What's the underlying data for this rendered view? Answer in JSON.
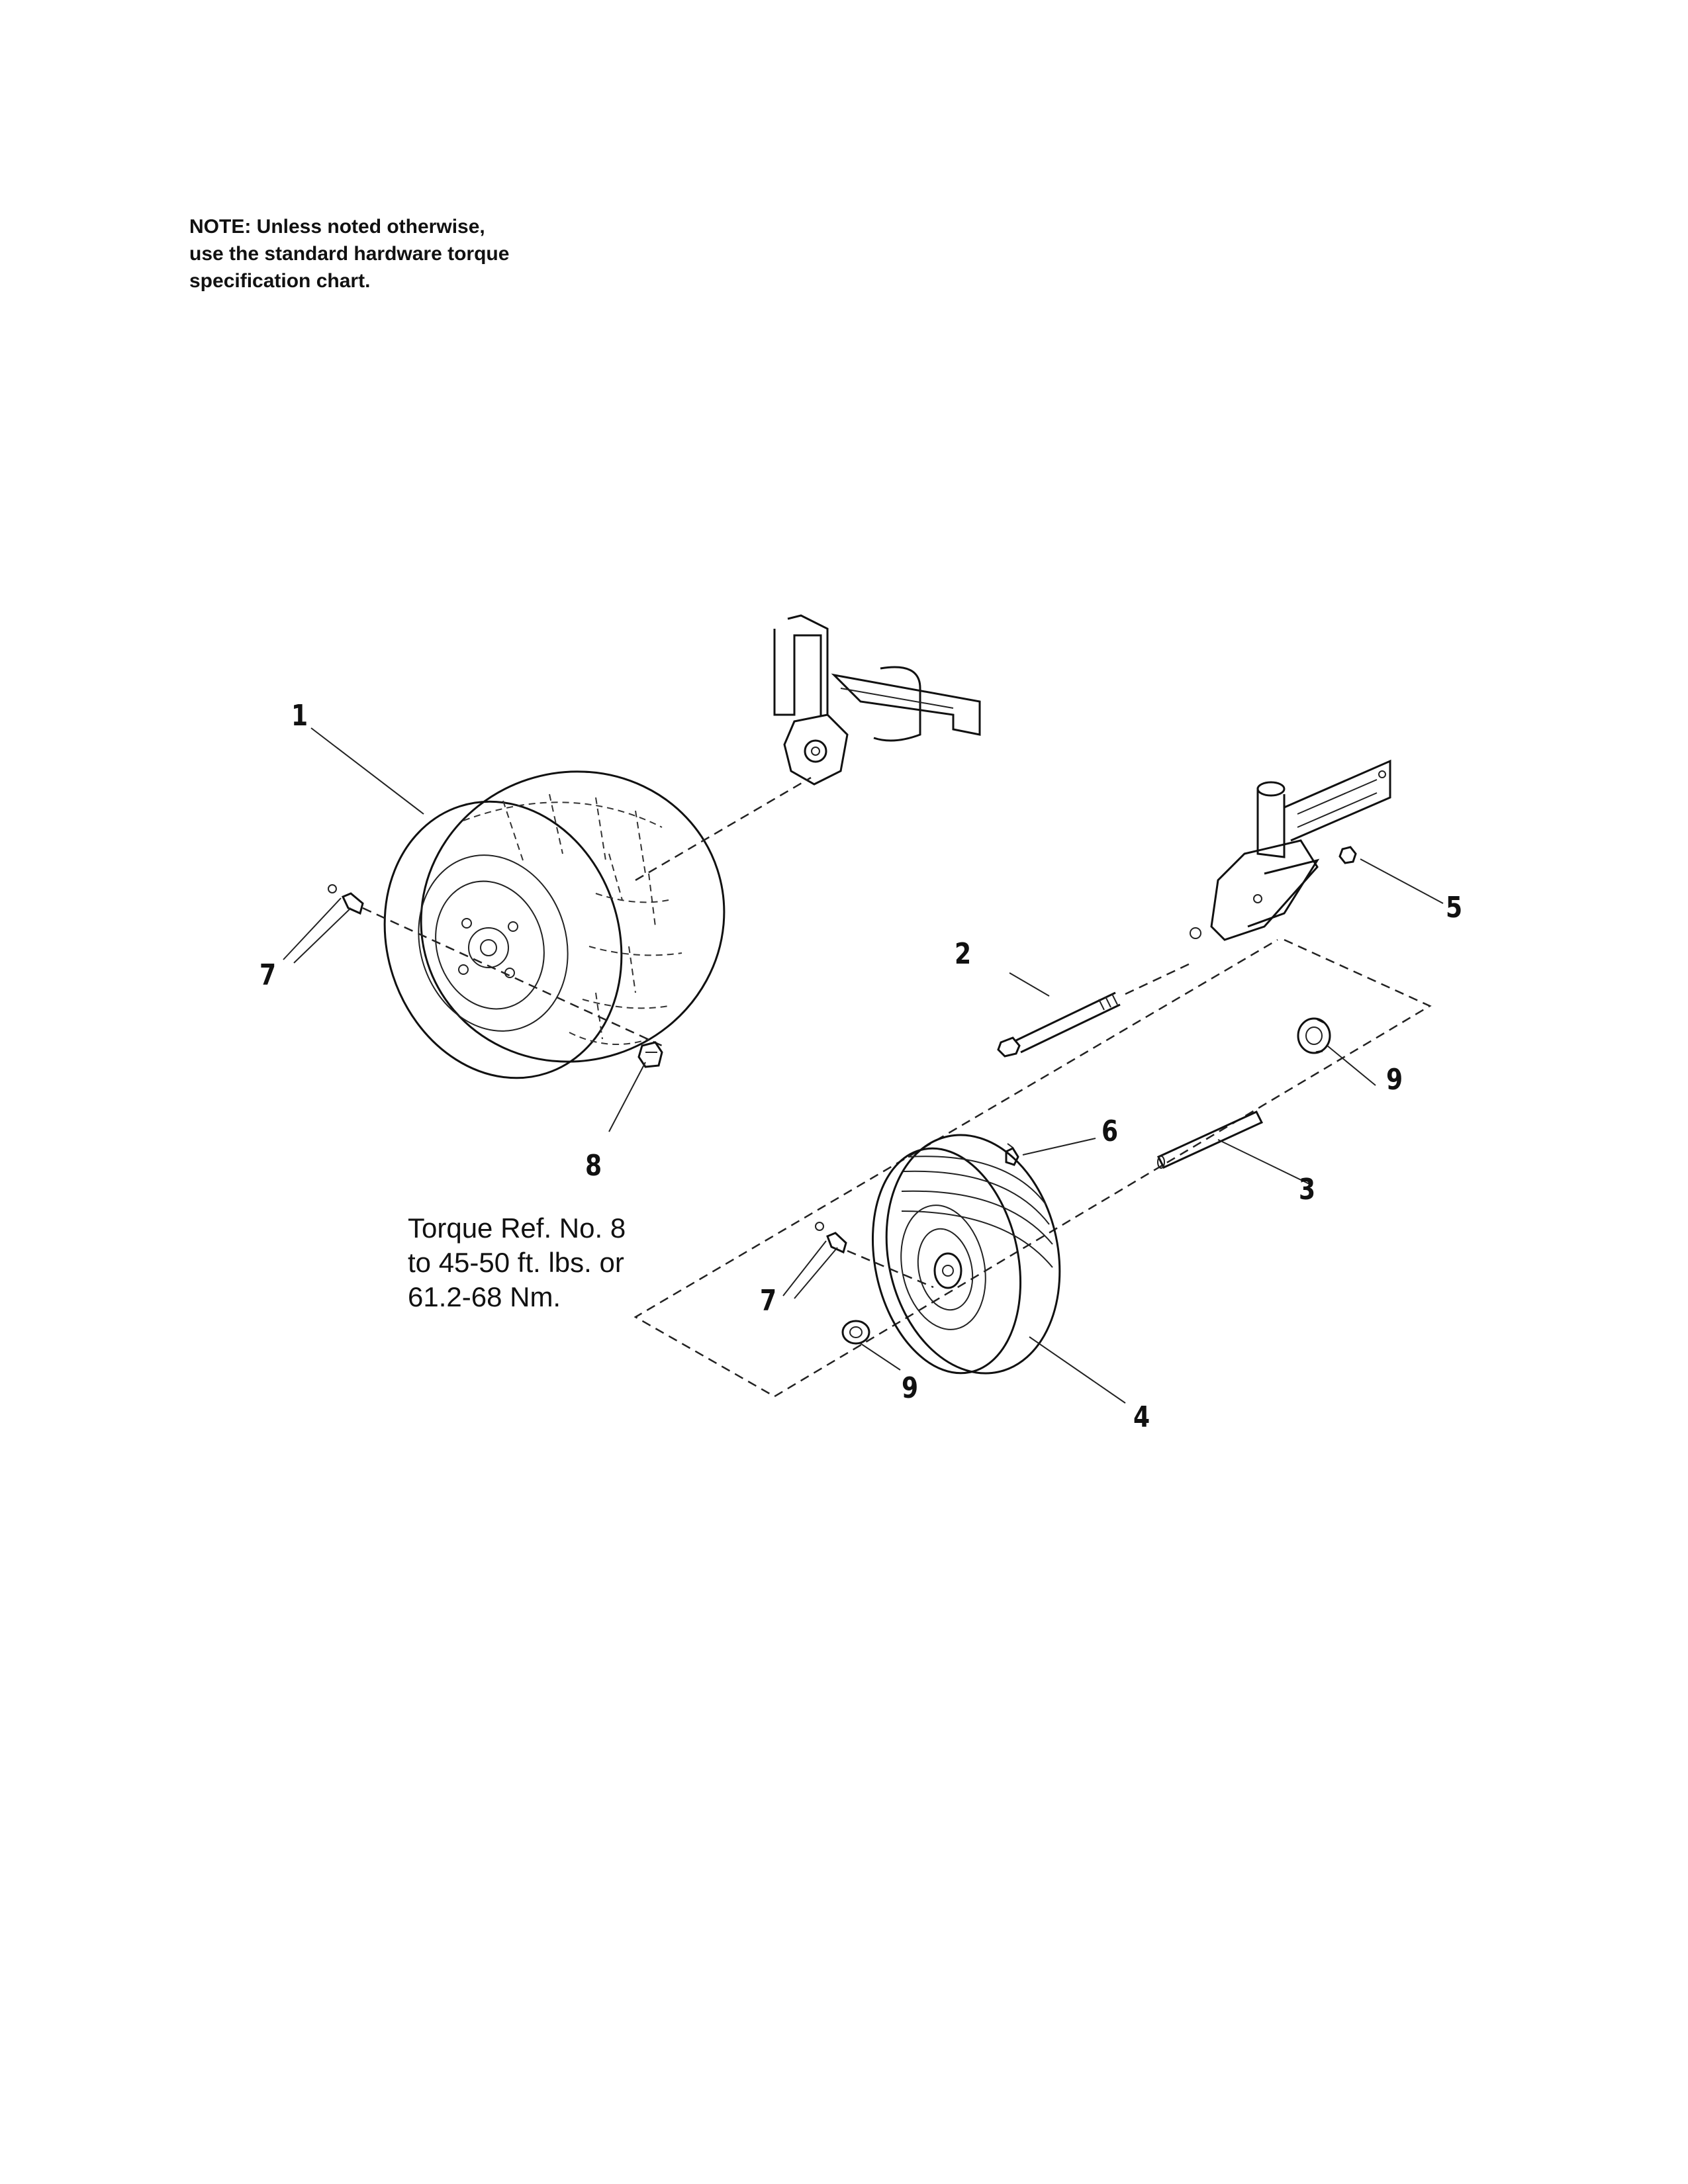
{
  "note": {
    "line1": "NOTE: Unless noted otherwise,",
    "line2": "use the standard hardware torque",
    "line3": "specification chart."
  },
  "torque_note": {
    "line1": "Torque Ref. No. 8",
    "line2": "to 45-50 ft. lbs. or",
    "line3": "61.2-68 Nm."
  },
  "callouts": {
    "c1": "1",
    "c2": "2",
    "c3": "3",
    "c4": "4",
    "c5": "5",
    "c6": "6",
    "c7a": "7",
    "c7b": "7",
    "c8": "8",
    "c9a": "9",
    "c9b": "9"
  }
}
